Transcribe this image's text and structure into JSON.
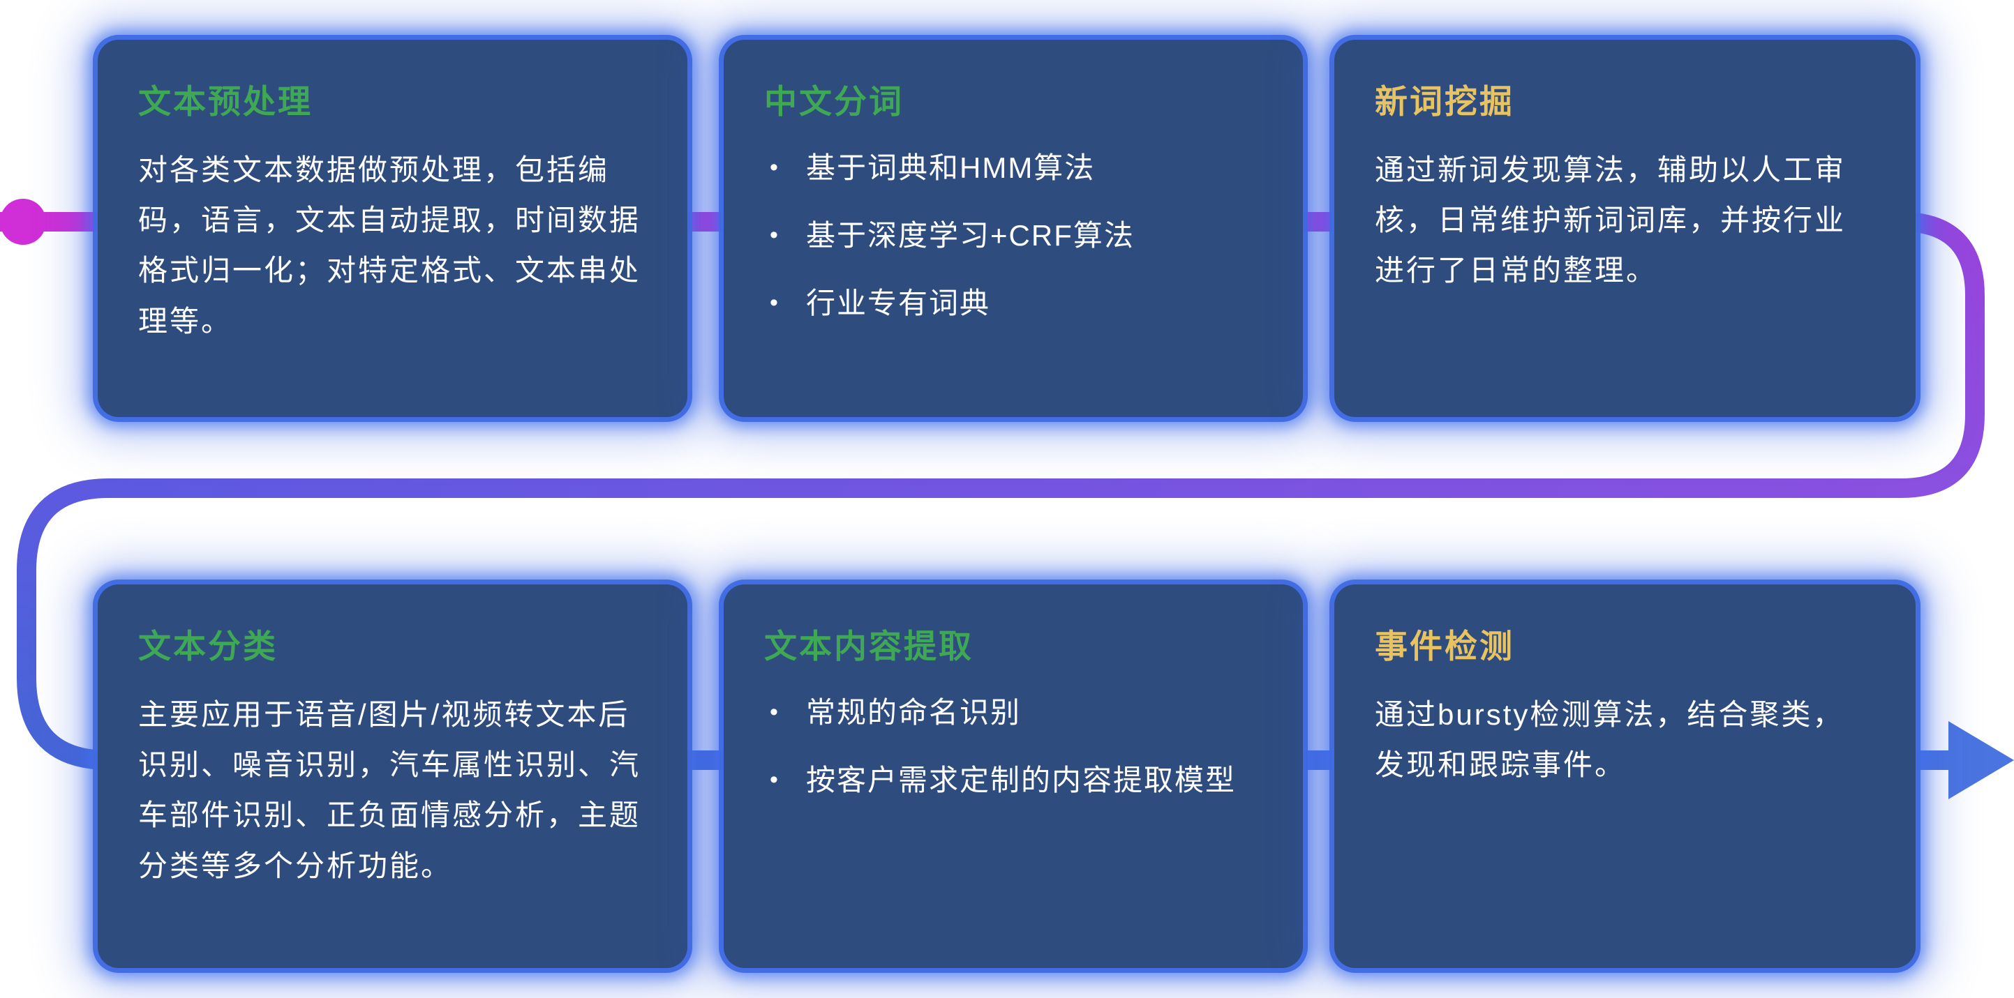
{
  "colors": {
    "background": "#ffffff",
    "card_fill": "#2e4c7e",
    "card_glow": "#3c64dc",
    "body_text": "#ffffff",
    "title_green": "#3fa854",
    "title_yellow": "#e8c35f",
    "line_magenta": "#d02ed6",
    "line_purple": "#9a44dc",
    "line_purple_deep": "#8a50e0",
    "line_violet": "#5d5ae0",
    "line_blue": "#4566d6",
    "arrow_blue": "#4a74e0"
  },
  "icons": {
    "bullet": "•"
  },
  "cards": [
    {
      "title": "文本预处理",
      "title_color": "#3fa854",
      "body": "对各类文本数据做预处理，包括编码，语言，文本自动提取，时间数据格式归一化；对特定格式、文本串处理等。"
    },
    {
      "title": "中文分词",
      "title_color": "#3fa854",
      "bullets": [
        "基于词典和HMM算法",
        "基于深度学习+CRF算法",
        "行业专有词典"
      ]
    },
    {
      "title": "新词挖掘",
      "title_color": "#e8c35f",
      "body": "通过新词发现算法，辅助以人工审核，日常维护新词词库，并按行业进行了日常的整理。"
    },
    {
      "title": "文本分类",
      "title_color": "#3fa854",
      "body": "主要应用于语音/图片/视频转文本后识别、噪音识别，汽车属性识别、汽车部件识别、正负面情感分析，主题分类等多个分析功能。"
    },
    {
      "title": "文本内容提取",
      "title_color": "#3fa854",
      "bullets": [
        "常规的命名识别",
        "按客户需求定制的内容提取模型"
      ]
    },
    {
      "title": "事件检测",
      "title_color": "#e8c35f",
      "body": "通过bursty检测算法，结合聚类，发现和跟踪事件。"
    }
  ]
}
